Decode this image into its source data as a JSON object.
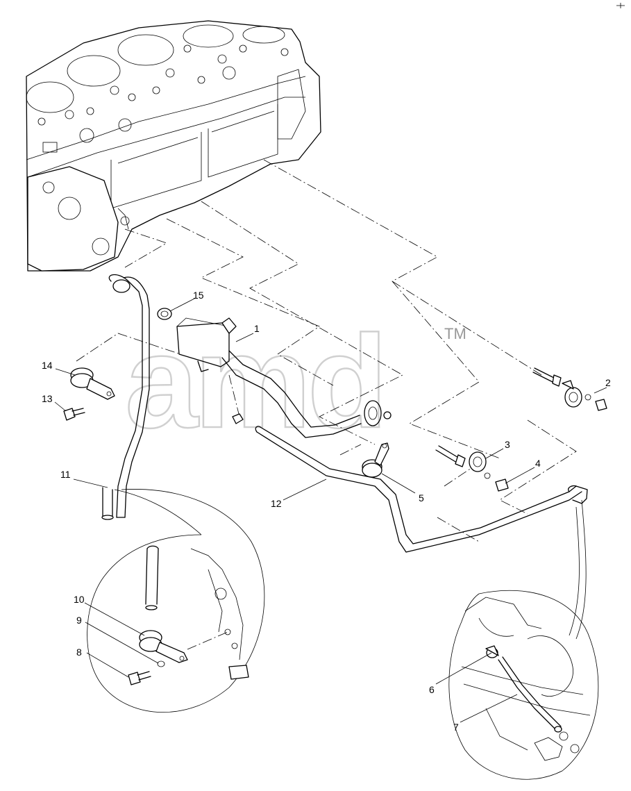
{
  "watermark": {
    "text": "amd",
    "tm": "TM"
  },
  "callouts": [
    {
      "id": "c1",
      "label": "1"
    },
    {
      "id": "c2",
      "label": "2"
    },
    {
      "id": "c3",
      "label": "3"
    },
    {
      "id": "c4",
      "label": "4"
    },
    {
      "id": "c5",
      "label": "5"
    },
    {
      "id": "c6",
      "label": "6"
    },
    {
      "id": "c7",
      "label": "7"
    },
    {
      "id": "c8",
      "label": "8"
    },
    {
      "id": "c9",
      "label": "9"
    },
    {
      "id": "c10",
      "label": "10"
    },
    {
      "id": "c11",
      "label": "11"
    },
    {
      "id": "c12",
      "label": "12"
    },
    {
      "id": "c13",
      "label": "13"
    },
    {
      "id": "c14",
      "label": "14"
    },
    {
      "id": "c15",
      "label": "15"
    }
  ]
}
